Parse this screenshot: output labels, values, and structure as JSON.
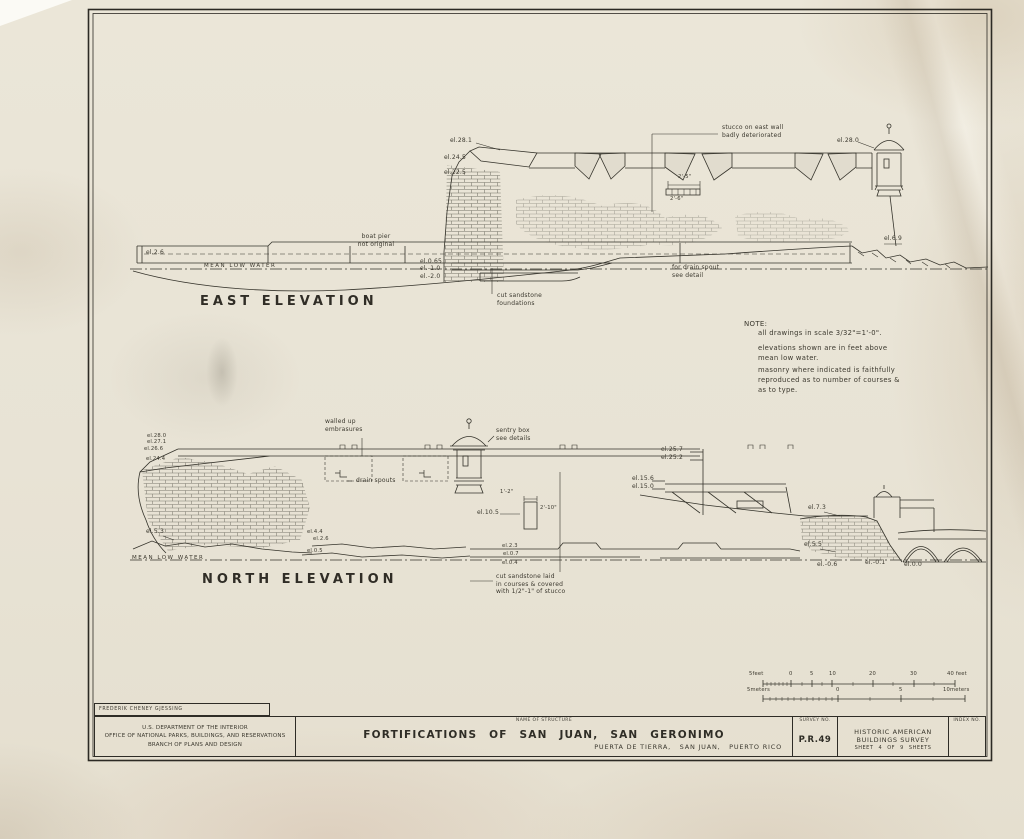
{
  "author_strip": "FREDERIK CHENEY GJESSING",
  "title_block": {
    "agency_line1": "U.S. DEPARTMENT OF THE INTERIOR",
    "agency_line2": "OFFICE OF NATIONAL PARKS, BUILDINGS, AND RESERVATIONS",
    "agency_line3": "BRANCH OF PLANS AND DESIGN",
    "name_of_structure_label": "NAME OF STRUCTURE",
    "structure_name": "FORTIFICATIONS OF SAN JUAN, SAN GERONIMO",
    "structure_location": "PUERTA DE TIERRA,   SAN JUAN,   PUERTO RICO",
    "survey_label": "SURVEY NO.",
    "survey_no": "P.R.49",
    "habs_line1": "HISTORIC AMERICAN",
    "habs_line2": "BUILDINGS SURVEY",
    "sheet_line": "SHEET 4 OF 9 SHEETS",
    "index_label": "INDEX NO."
  },
  "note": {
    "heading": "NOTE:",
    "scale_note": "all drawings in scale 3/32\"=1'-0\".",
    "elevation_note": "elevations shown are in feet above\nmean low water.",
    "masonry_note": "masonry where indicated is faithfully\nreproduced as to number of courses &\nas to type."
  },
  "east_elevation": {
    "title": "EAST ELEVATION",
    "labels": {
      "el_2_6": "el.2.6",
      "boat_pier": "boat pier\nnot original",
      "mean_low_water": "MEAN LOW WATER",
      "el_28_1": "el.28.1",
      "el_24_5": "el.24.5",
      "el_22_5": "el.22.5",
      "stucco": "stucco on east wall\nbadly deteriorated",
      "el_28_0": "el.28.0",
      "dim_2_5": "2'-5\"",
      "dim_2_6": "2'-6\"",
      "el_6_9": "el.6.9",
      "el_0_65": "el.0.65",
      "el_m1_0": "el.-1.0",
      "el_m2_0": "el.-2.0",
      "cut_sandstone": "cut sandstone\nfoundations",
      "drain_spout": "for drain spout\nsee detail"
    }
  },
  "north_elevation": {
    "title": "NORTH ELEVATION",
    "labels": {
      "el_28_0": "el.28.0",
      "el_27_1": "el.27.1",
      "el_26_6": "el.26.6",
      "el_24_4": "el.24.4",
      "walled_up": "walled up\nembrasures",
      "drain_spouts": "drain spouts",
      "sentry_box": "sentry box\nsee details",
      "dim_1_2": "1'-2\"",
      "el_10_5": "el.10.5",
      "dim_2_10": "2'-10\"",
      "el_25_7": "el.25.7",
      "el_25_2": "el.25.2",
      "el_15_6": "el.15.6",
      "el_15_0": "el.15.0",
      "el_7_3": "el.7.3",
      "el_5_5": "el.5.5",
      "el_5_3": "el.5.3",
      "mean_low_water": "MEAN LOW WATER",
      "el_4_4": "el.4.4",
      "el_2_6": "el.2.6",
      "el_0_5": "el.0.5",
      "el_2_3": "el.2.3",
      "el_0_7": "el.0.7",
      "el_0_4": "el.0.4",
      "el_m0_6": "el.-0.6",
      "el_m0_1": "el.-0.1",
      "el_0_0": "el.0.0",
      "cut_stucco": "cut sandstone laid\nin courses & covered\nwith 1/2\"-1\" of stucco"
    }
  },
  "scale_bars": {
    "feet": {
      "left": "5feet",
      "t0": "0",
      "t5": "5",
      "t10": "10",
      "t20": "20",
      "t30": "30",
      "right": "40 feet"
    },
    "meters": {
      "left": "5meters",
      "t0": "0",
      "t5": "5",
      "right": "10meters"
    }
  }
}
